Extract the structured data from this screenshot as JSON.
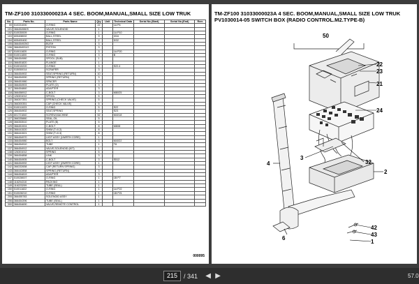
{
  "left_page": {
    "title": "TM-ZF100 31033000023A 4 SEC. BOOM,MANUAL,SMALL SIZE LOW TRUK",
    "columns": [
      "No.",
      "Parts No.",
      "Parts Name",
      "Qty",
      "Unit",
      "Technical Data",
      "Serial No.(Start)",
      "Serial No.(End)",
      "Rem"
    ],
    "rows": [
      [
        "00",
        "510331000",
        "O-RING",
        "22",
        "1A P6"
      ],
      [
        "101",
        "366454980S",
        "VALVE,SOLENOID",
        "1",
        ""
      ],
      [
        "102",
        "510030009",
        "O-RING",
        "1",
        "1A P10"
      ],
      [
        "103",
        "605408002",
        "BALL,STEEL",
        "9",
        "3/16"
      ],
      [
        "104",
        "605400400",
        "BALL,STEEL",
        "2",
        "5/32"
      ],
      [
        "105",
        "366454925O",
        "BUSH",
        "3",
        ""
      ],
      [
        "106",
        "366454931O",
        "PISTON",
        "3",
        ""
      ],
      [
        "107",
        "510011820",
        "O-RING",
        "3",
        "1A P20"
      ],
      [
        "108",
        "510011800",
        "O-RING",
        "3",
        "B"
      ],
      [
        "109",
        "366454980",
        "SPOOL (SUB)",
        "1",
        ""
      ],
      [
        "110",
        "366451820",
        "FLANGE",
        "1",
        ""
      ],
      [
        "111",
        "510010220",
        "O-RING",
        "3",
        "S22.4"
      ],
      [
        "112",
        "515050014",
        "SCRAPER",
        "3",
        ""
      ],
      [
        "113",
        "366454902",
        "SEAT,SPRING (RETURN)",
        "10",
        ""
      ],
      [
        "114",
        "366454990",
        "SPRING (RETURN)",
        "3",
        ""
      ],
      [
        "115",
        "366451980",
        "SPACER",
        "3",
        ""
      ],
      [
        "116",
        "366454903",
        "PLATE (O)",
        "3",
        ""
      ],
      [
        "117",
        "366454860",
        "ADAPTER",
        "3",
        ""
      ],
      [
        "118",
        "366456912",
        "C-BOLT",
        "3",
        "M8X25"
      ],
      [
        "121",
        "126301012",
        "SPOOL",
        "5",
        ""
      ],
      [
        "122",
        "366307351",
        "SPRING (CHECK VALVE)",
        "5",
        ""
      ],
      [
        "123",
        "366300351",
        "CAP (CHECK VALVE)",
        "5",
        ""
      ],
      [
        "124",
        "510011023",
        "O-RING",
        "5",
        "S22"
      ],
      [
        "125",
        "366454902",
        "SEAT,SPRING",
        "5",
        "S23"
      ],
      [
        "126",
        "601721840",
        "SCREW,MACHINE",
        "52",
        "M4X18"
      ],
      [
        "127",
        "366335880",
        "SEAL,OIL",
        "5",
        ""
      ],
      [
        "128",
        "366353510",
        "PLATE (B)",
        "5",
        ""
      ],
      [
        "129",
        "366451924",
        "C-BOLT",
        "8",
        "M8X8"
      ],
      [
        "130",
        "366441520",
        "SHIM (T=0.2)",
        "8",
        ""
      ],
      [
        "131",
        "366441521",
        "SHIM (T=0.3)",
        "8",
        ""
      ],
      [
        "132",
        "366454970",
        "LVDT ASSY (1WIRTH CORE)",
        "1",
        ""
      ],
      [
        "133",
        "366454980",
        "BOLT",
        "3",
        "M4X22"
      ],
      [
        "134",
        "366454910",
        "TUBE",
        "1",
        "T8"
      ],
      [
        "137",
        "366454912",
        "VALVE,SOLENOID (KIT)",
        "1",
        ""
      ],
      [
        "138",
        "126301012",
        "SPRING",
        "5",
        ""
      ],
      [
        "139",
        "366454858",
        "LINK",
        "3",
        ""
      ],
      [
        "140",
        "366454905",
        "C-BOLT",
        "3",
        "S512"
      ],
      [
        "141",
        "366454992",
        "LVDT ASSY (2WIRTH CORE)",
        "1",
        ""
      ],
      [
        "142",
        "366332658",
        "CAP (RETURN SPRING)",
        "3",
        ""
      ],
      [
        "143",
        "366442858",
        "SPRING (RETURN)",
        "3",
        ""
      ],
      [
        "144",
        "366454819",
        "ADAPTER",
        "3",
        ""
      ],
      [
        "147",
        "510028007",
        "O-RING",
        "1",
        "1B P7"
      ],
      [
        "148",
        "116204310",
        "PACKING",
        "1",
        ""
      ],
      [
        "149",
        "116223209",
        "TUBE (SEAL)",
        "1",
        ""
      ],
      [
        "150",
        "510011822",
        "O-RING",
        "1",
        "1A P22"
      ],
      [
        "151",
        "510028210",
        "O-RING",
        "1",
        "1B P21"
      ],
      [
        "205",
        "366455783",
        "SOLENOID ASSY",
        "1",
        ""
      ],
      [
        "206",
        "366454396",
        "TUBE (SEAL)",
        "1",
        ""
      ],
      [
        "300",
        "366454690",
        "VALVE,REMOTE CONTROL",
        "1",
        ""
      ]
    ],
    "footer": "000095"
  },
  "right_page": {
    "title_line1": "TM-ZF100 31033000023A 4 SEC. BOOM,MANUAL,SMALL SIZE LOW TRUK",
    "title_line2": "PV1030014-05 SWITCH BOX (RADIO CONTROL.M2.TYPE-B)",
    "callouts": [
      "50",
      "22",
      "23",
      "21",
      "24",
      "32",
      "3",
      "4",
      "2",
      "6",
      "42",
      "43",
      "1"
    ]
  },
  "viewer": {
    "current_page": "215",
    "total_pages": "/ 341",
    "zoom": "57.0"
  }
}
